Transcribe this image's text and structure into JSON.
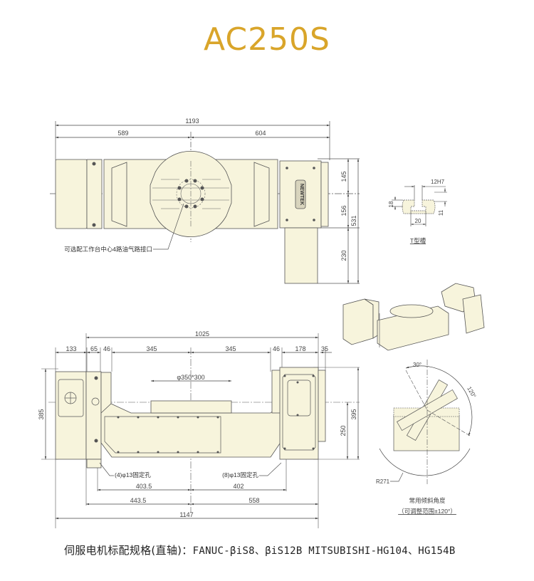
{
  "title": "AC250S",
  "colors": {
    "title": "#d9a52a",
    "body_fill": "#f7f4dc",
    "line": "#555555",
    "dim_line": "#444444"
  },
  "top_view": {
    "dims": {
      "overall_width": "1193",
      "left_half": "589",
      "right_half": "604",
      "right_top": "145",
      "right_mid": "156",
      "right_bottom": "230",
      "overall_height": "531"
    },
    "callout": "可选配工作台中心4路油气路接口",
    "brand_plate": "NEWTEK"
  },
  "t_slot": {
    "width_top": "12H7",
    "height_left": "18",
    "height_right": "11",
    "width_bottom": "20",
    "label": "T型槽"
  },
  "front_view": {
    "dims": {
      "overall_top": "1025",
      "seg_133": "133",
      "seg_65": "65",
      "seg_46_left": "46",
      "seg_345_left": "345",
      "seg_345_right": "345",
      "seg_46_right": "46",
      "seg_178": "178",
      "seg_35": "35",
      "table": "φ350*300",
      "left_height": "385",
      "right_height": "395",
      "center_height": "250",
      "hole_left": "403.5",
      "hole_right": "402",
      "base_left": "443.5",
      "base_right": "558",
      "overall_bottom": "1147"
    },
    "callout_left": "(4)φ13固定孔",
    "callout_right": "(8)φ13固定孔"
  },
  "tilt_view": {
    "angle_small": "30°",
    "angle_large": "120°",
    "radius": "R271",
    "caption_line1": "常用倾斜角度",
    "caption_line2": "（可调整范围±120°）"
  },
  "footer": {
    "label": "伺服电机标配规格(直轴)：",
    "spec": "FANUC-βiS8、βiS12B  MITSUBISHI-HG104、HG154B"
  }
}
